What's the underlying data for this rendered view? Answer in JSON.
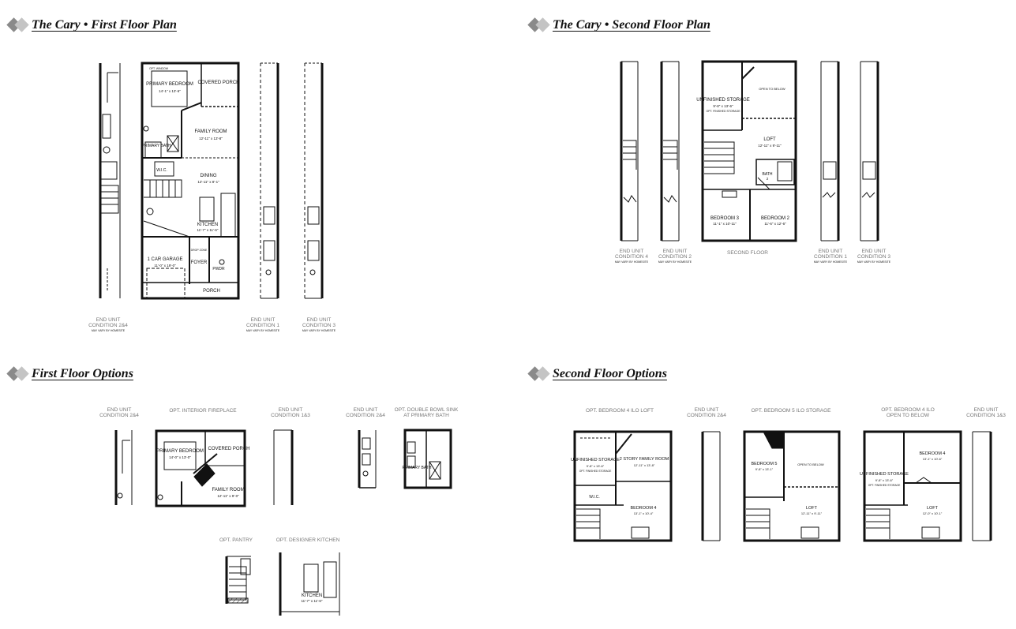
{
  "sections": {
    "first_floor_plan": "The Cary • First Floor Plan",
    "second_floor_plan": "The Cary • Second Floor Plan",
    "first_floor_options": "First Floor Options",
    "second_floor_options": "Second Floor Options"
  },
  "first_floor": {
    "primary_bedroom": "PRIMARY BEDROOM",
    "primary_bedroom_dim": "14'-1\" x 13'-6\"",
    "covered_porch": "COVERED PORCH",
    "family_room": "FAMILY ROOM",
    "family_room_dim": "12'-11\" x 13'-8\"",
    "primary_bath": "PRIMARY BATH",
    "wic": "W.I.C.",
    "dining": "DINING",
    "dining_dim": "12'-11\" x 8'-1\"",
    "kitchen": "KITCHEN",
    "kitchen_dim": "11'-7\" x 11'-6\"",
    "garage": "1 CAR GARAGE",
    "garage_dim": "11'-0\" x 19'-0\"",
    "foyer": "FOYER",
    "pwdr": "PWDR",
    "porch": "PORCH",
    "drop_zone": "DROP ZONE",
    "window_note": "OPT. WINDOW",
    "cap_end_24_line1": "END UNIT",
    "cap_end_24_line2": "CONDITION 2&4",
    "cap_end_1_line1": "END UNIT",
    "cap_end_1_line2": "CONDITION 1",
    "cap_end_3_line1": "END UNIT",
    "cap_end_3_line2": "CONDITION 3",
    "may_vary": "MAY VARY BY HOMESITE"
  },
  "second_floor": {
    "unfinished_storage": "UNFINISHED STORAGE",
    "storage_dim": "9'-8\" x 13'-6\"",
    "storage_note": "OPT. FINISHED STORAGE",
    "open_below": "OPEN TO BELOW",
    "loft": "LOFT",
    "loft_dim": "12'-11\" x 9'-11\"",
    "bath": "BATH",
    "bath_num": "2",
    "bedroom3": "BEDROOM 3",
    "bedroom3_dim": "11'-1\" x 10'-11\"",
    "bedroom2": "BEDROOM 2",
    "bedroom2_dim": "11'-6\" x 12'-6\"",
    "caption": "SECOND FLOOR",
    "cap_end_4_line1": "END UNIT",
    "cap_end_4_line2": "CONDITION 4",
    "cap_end_2_line1": "END UNIT",
    "cap_end_2_line2": "CONDITION 2",
    "cap_end_1_line1": "END UNIT",
    "cap_end_1_line2": "CONDITION 1",
    "cap_end_3_line1": "END UNIT",
    "cap_end_3_line2": "CONDITION 3",
    "may_vary": "MAY VARY BY HOMESITE"
  },
  "first_options": {
    "end_24_line1": "END UNIT",
    "end_24_line2": "CONDITION 2&4",
    "interior_fireplace": "OPT. INTERIOR FIREPLACE",
    "end_13_line1": "END UNIT",
    "end_13_line2": "CONDITION 1&3",
    "end_24b_line1": "END UNIT",
    "end_24b_line2": "CONDITION 2&4",
    "double_bowl_line1": "OPT. DOUBLE BOWL SINK",
    "double_bowl_line2": "AT PRIMARY BATH",
    "primary_bedroom": "PRIMARY BEDROOM",
    "primary_bedroom_dim": "14'-0\" x 13'-0\"",
    "covered_porch": "COVERED PORCH",
    "family_room": "FAMILY ROOM",
    "family_room_dim": "12'-11\" x 9'-0\"",
    "primary_bath": "PRIMARY BATH",
    "pantry": "OPT. PANTRY",
    "designer_kitchen": "OPT. DESIGNER KITCHEN",
    "kitchen": "KITCHEN",
    "kitchen_dim": "11'-7\" x 11'-6\""
  },
  "second_options": {
    "bedroom4_loft": "OPT. BEDROOM 4 ILO LOFT",
    "end_24_line1": "END UNIT",
    "end_24_line2": "CONDITION 2&4",
    "bedroom5_storage": "OPT. BEDROOM 5 ILO STORAGE",
    "bedroom4_open_line1": "OPT. BEDROOM 4 ILO",
    "bedroom4_open_line2": "OPEN TO BELOW",
    "end_13_line1": "END UNIT",
    "end_13_line2": "CONDITION 1&3",
    "unfinished_storage": "UNFINISHED STORAGE",
    "storage_dim": "9'-8\" x 13'-6\"",
    "storage_note": "OPT. FINISHED STORAGE",
    "story_family": "2 STORY FAMILY ROOM",
    "story_family_dim": "12'-11\" x 13'-8\"",
    "wic": "W.I.C.",
    "bedroom4": "BEDROOM 4",
    "bedroom4_dim": "13'-1\" x 10'-4\"",
    "bedroom5": "BEDROOM 5",
    "bedroom5_dim": "9'-8\" x 13'-1\"",
    "open_below": "OPEN TO BELOW",
    "loft": "LOFT",
    "loft_dim": "12'-11\" x 9'-11\"",
    "bedroom4b": "BEDROOM 4",
    "bedroom4b_dim": "13'-1\" x 10'-6\"",
    "loft2": "LOFT",
    "loft2_dim": "12'-0\" x 10'-1\""
  }
}
